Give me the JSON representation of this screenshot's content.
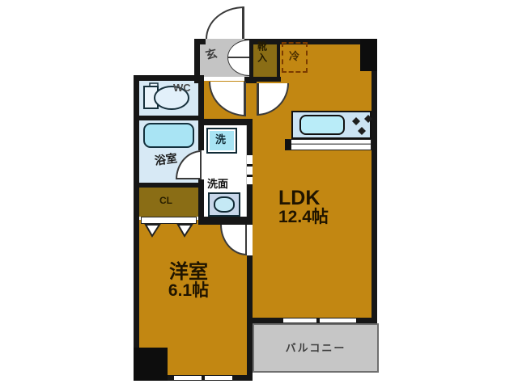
{
  "floorplan": {
    "type": "japanese-apartment-floorplan",
    "rooms": {
      "ldk": {
        "label": "LDK",
        "size": "12.4帖"
      },
      "western_room": {
        "label": "洋室",
        "size": "6.1帖"
      },
      "balcony": {
        "label": "バルコニー"
      },
      "entrance": {
        "label": "玄"
      },
      "shoe_storage": {
        "label": "靴入"
      },
      "refrigerator_space": {
        "label": "冷"
      },
      "wc": {
        "label": "WC"
      },
      "bathroom": {
        "label": "浴室"
      },
      "washing_machine": {
        "label": "洗"
      },
      "washroom": {
        "label": "洗面"
      },
      "closet": {
        "label": "CL"
      }
    },
    "colors": {
      "room_orange": "#C28712",
      "closet_olive": "#8A6D15",
      "entrance_gray": "#C4C4C4",
      "balcony_gray": "#C6C6C6",
      "wet_room_blue": "#D7E9F5",
      "fixture_cyan": "#A9E4F4",
      "kitchen_counter_blue": "#CBE3F3",
      "wall_black": "#161616"
    }
  }
}
